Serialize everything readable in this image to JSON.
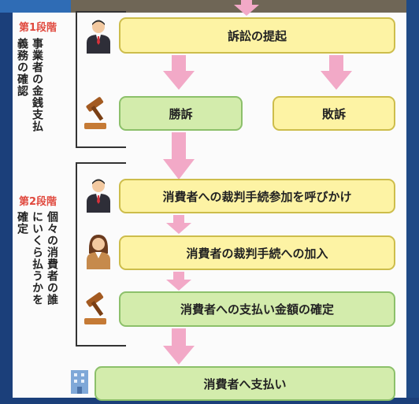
{
  "stage1": {
    "label": "第1段階",
    "description": "事業者の金銭支払義務の確認"
  },
  "stage2": {
    "label": "第2段階",
    "description": "個々の消費者の誰にいくら払うかを確定"
  },
  "steps": {
    "lawsuit": "訴訟の提起",
    "win": "勝訴",
    "lose": "敗訴",
    "call_consumers": "消費者への裁判手続参加を呼びかけ",
    "consumer_join": "消費者の裁判手続への加入",
    "confirm_amount": "消費者への支払い金額の確定",
    "pay": "消費者へ支払い"
  },
  "colors": {
    "yellow_box": "#fdf3a4",
    "green_box": "#d3ecac",
    "arrow": "#f2a9c7",
    "stage_title": "#e0483d"
  },
  "icons": [
    "person-icon",
    "gavel-icon",
    "woman-icon",
    "building-icon"
  ]
}
